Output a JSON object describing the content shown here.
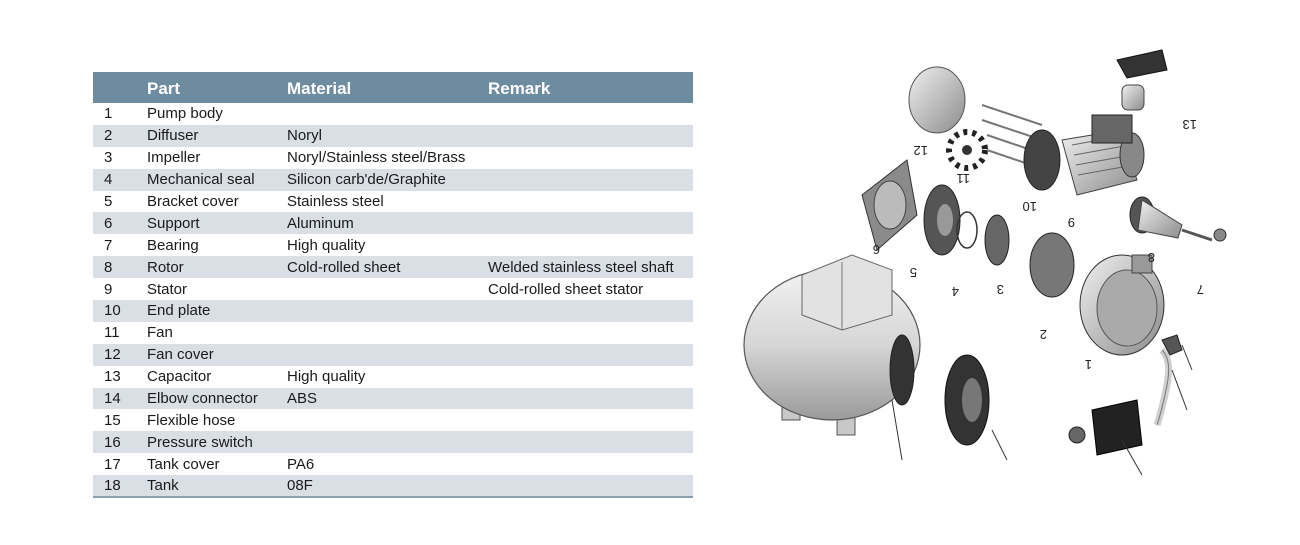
{
  "table": {
    "headers": [
      "",
      "Part",
      "Material",
      "Remark"
    ],
    "rows": [
      [
        "1",
        "Pump body",
        "",
        ""
      ],
      [
        "2",
        "Diffuser",
        "Noryl",
        ""
      ],
      [
        "3",
        "Impeller",
        "Noryl/Stainless steel/Brass",
        ""
      ],
      [
        "4",
        "Mechanical seal",
        "Silicon carb'de/Graphite",
        ""
      ],
      [
        "5",
        "Bracket cover",
        "Stainless steel",
        ""
      ],
      [
        "6",
        "Support",
        "Aluminum",
        ""
      ],
      [
        "7",
        "Bearing",
        "High quality",
        ""
      ],
      [
        "8",
        "Rotor",
        "Cold-rolled sheet",
        "Welded stainless steel shaft"
      ],
      [
        "9",
        "Stator",
        "",
        "Cold-rolled sheet stator"
      ],
      [
        "10",
        "End plate",
        "",
        ""
      ],
      [
        "11",
        "Fan",
        "",
        ""
      ],
      [
        "12",
        "Fan cover",
        "",
        ""
      ],
      [
        "13",
        "Capacitor",
        "High quality",
        ""
      ],
      [
        "14",
        "Elbow connector",
        "ABS",
        ""
      ],
      [
        "15",
        "Flexible hose",
        "",
        ""
      ],
      [
        "16",
        "Pressure switch",
        "",
        ""
      ],
      [
        "17",
        "Tank cover",
        "PA6",
        ""
      ],
      [
        "18",
        "Tank",
        "08F",
        ""
      ]
    ]
  },
  "diagram": {
    "labels": [
      "1",
      "2",
      "3",
      "4",
      "5",
      "6",
      "7",
      "8",
      "9",
      "10",
      "11",
      "12",
      "13"
    ]
  }
}
